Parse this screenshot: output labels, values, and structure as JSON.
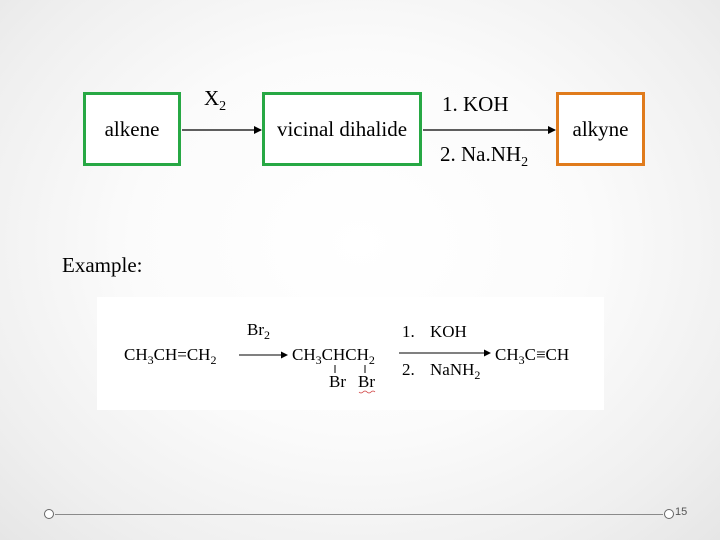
{
  "scheme": {
    "start": "alkene",
    "reagent_1": {
      "main": "X",
      "sub": "2"
    },
    "middle": "vicinal dihalide",
    "reagent_2a": "1. KOH",
    "reagent_2b": {
      "main": "2. Na.NH",
      "sub": "2"
    },
    "product": "alkyne",
    "colors": {
      "start_border": "#27a844",
      "middle_border": "#27a844",
      "product_border": "#e07b1c"
    }
  },
  "example": {
    "label": "Example:",
    "reactant": {
      "a": "CH",
      "s1": "3",
      "b": "CH=CH",
      "s2": "2"
    },
    "reagent_1": {
      "a": "Br",
      "s": "2"
    },
    "intermediate": {
      "a": "CH",
      "s1": "3",
      "b": "CHCH",
      "s2": "2"
    },
    "substituents": [
      "Br",
      "Br"
    ],
    "reagent_2a": {
      "num": "1.",
      "text": "KOH"
    },
    "reagent_2b": {
      "num": "2.",
      "a": "NaNH",
      "s": "2"
    },
    "product": {
      "a": "CH",
      "s1": "3",
      "b": "C≡CH"
    }
  },
  "footer": {
    "page_number": "15"
  }
}
